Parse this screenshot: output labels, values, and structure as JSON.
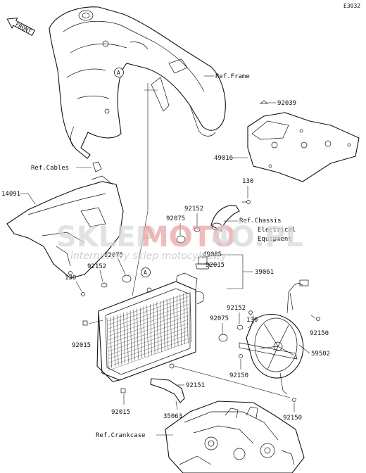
{
  "code": "E3032",
  "front_label": "FRONT",
  "callout_letter": "A",
  "watermark": {
    "brand_left": "SKLEP",
    "brand_mid": "MOTO",
    "brand_right": "4Ö.PL",
    "tagline": "internetowy sklep motocyklowy"
  },
  "refs": {
    "frame": "Ref.Frame",
    "cables": "Ref.Cables",
    "chassis_1": "Ref.Chassis",
    "chassis_2": "Electrical",
    "chassis_3": "Equipment",
    "crankcase": "Ref.Crankcase"
  },
  "parts": {
    "p92039": "92039",
    "p49016": "49016",
    "p130_a": "130",
    "p14091": "14091",
    "p92152_a": "92152",
    "p92075_a": "92075",
    "p49085": "49085",
    "p92015_a": "92015",
    "p39061": "39061",
    "p92075_b": "92075",
    "p92152_b": "92152",
    "p130_b": "130",
    "p130_c": "130",
    "p92152_c": "92152",
    "p92075_c": "92075",
    "p92150_a": "92150",
    "p92015_b": "92015",
    "p59502": "59502",
    "p92150_b": "92150",
    "p92151": "92151",
    "p92015_c": "92015",
    "p35063": "35063",
    "p92150_c": "92150"
  }
}
